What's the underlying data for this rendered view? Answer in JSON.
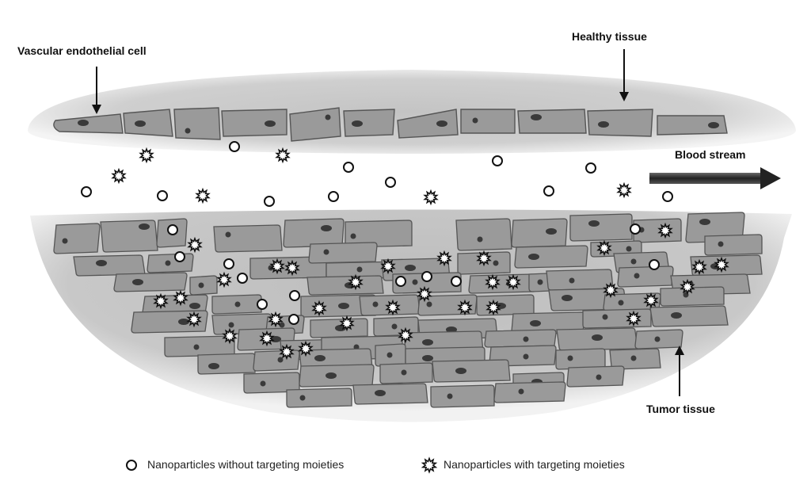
{
  "labels": {
    "vascular": "Vascular endothelial cell",
    "healthy": "Healthy tissue",
    "blood": "Blood stream",
    "tumor": "Tumor tissue"
  },
  "legend": {
    "without": "Nanoparticles without targeting moieties",
    "with": "Nanoparticles with targeting moieties"
  },
  "colors": {
    "tissue": "#bdbdbd",
    "cell_fill": "#9a9a9a",
    "cell_stroke": "#555555",
    "nucleus": "#3a3a3a",
    "particle_stroke": "#111111"
  }
}
